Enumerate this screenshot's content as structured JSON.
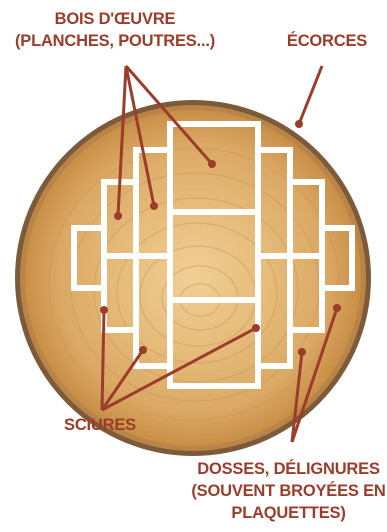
{
  "colors": {
    "label": "#9c3d2b",
    "pointer": "#9c3d2b",
    "wood_light": "#ecc588",
    "wood_mid": "#dcaa64",
    "wood_dark": "#c98f47",
    "bark": "#7c5a3a",
    "cut_lines": "#ffffff"
  },
  "labels": {
    "bois_doeuvre": [
      "BOIS D'ŒUVRE",
      "(PLANCHES, POUTRES...)"
    ],
    "ecorces": [
      "ÉCORCES"
    ],
    "sciures": [
      "SCIURES"
    ],
    "dosses": [
      "DOSSES, DÉLIGNURES",
      "(SOUVENT BROYÉES EN",
      "PLAQUETTES)"
    ]
  }
}
